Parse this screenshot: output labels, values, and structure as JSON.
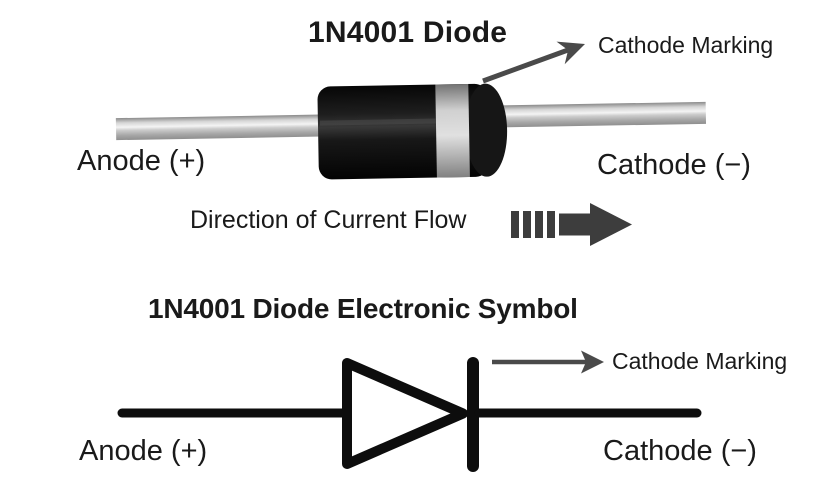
{
  "top_section": {
    "title": "1N4001 Diode",
    "cathode_marking_label": "Cathode Marking",
    "anode_label": "Anode (+)",
    "cathode_label": "Cathode (−)",
    "current_flow_label": "Direction of Current Flow"
  },
  "bottom_section": {
    "title": "1N4001 Diode Electronic Symbol",
    "cathode_marking_label": "Cathode Marking",
    "anode_label": "Anode (+)",
    "cathode_label": "Cathode (−)"
  },
  "icons": {
    "cathode_marking_pointer_top": "arrow-up-right",
    "cathode_marking_pointer_bottom": "arrow-right",
    "current_flow": "striped-arrow-right"
  },
  "colors": {
    "background": "#ffffff",
    "text": "#1a1a1a",
    "pointer_arrow": "#4a4a4a",
    "flow_arrow": "#3d3d3d",
    "symbol_stroke": "#0d0d0d",
    "diode_body": "#141414",
    "diode_end_cap": "#161616",
    "cathode_band_silver": "#c8c8c8",
    "lead_silver": "#cfcfcf"
  }
}
